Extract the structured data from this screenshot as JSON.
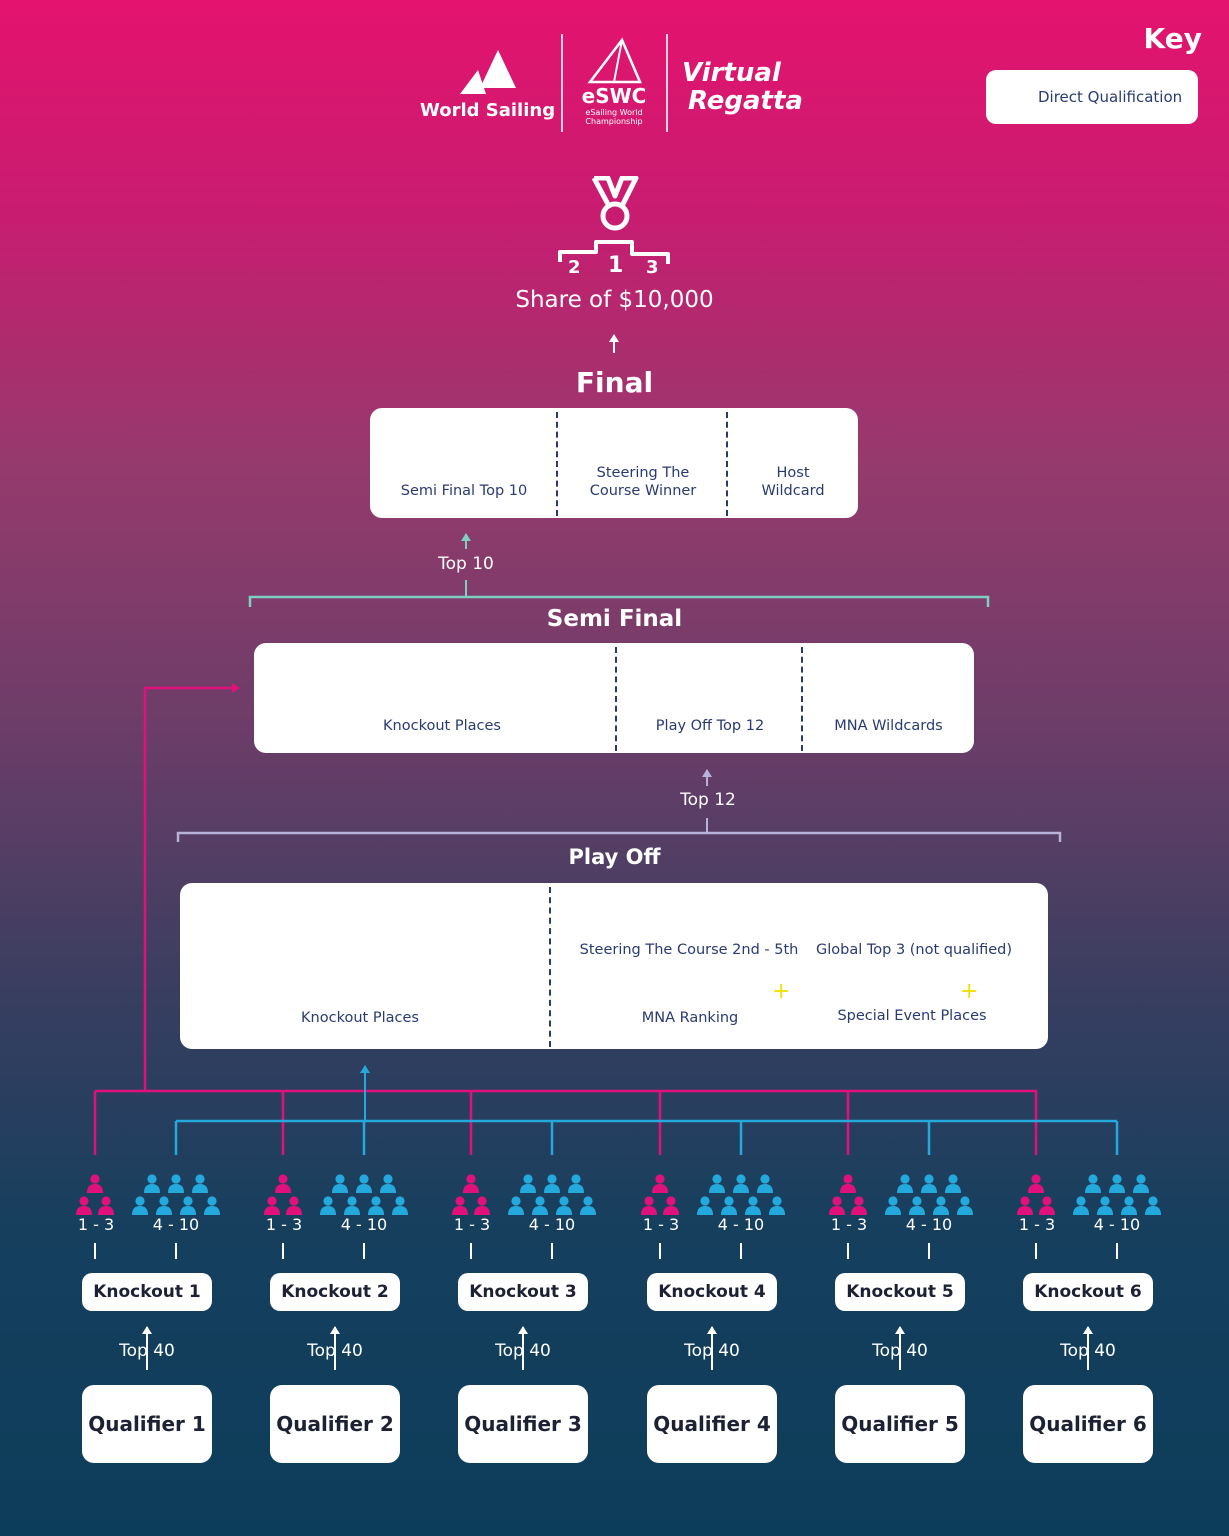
{
  "colors": {
    "magenta": "#e0117a",
    "blue": "#24a9dc",
    "teal": "#7fcfc0",
    "lavender": "#b6b2d9",
    "yellow": "#f2e000",
    "navy_text": "#2a3a72"
  },
  "header": {
    "brand1": "World Sailing",
    "brand2_title": "eSWC",
    "brand2_sub1": "eSailing World",
    "brand2_sub2": "Championship",
    "brand3_line1": "Virtual",
    "brand3_line2": "Regatta",
    "medal_icon": "medal-icon",
    "podium_icon": "podium-icon"
  },
  "key": {
    "title": "Key",
    "item": "Direct Qualification",
    "icon": "person-icon"
  },
  "prize": {
    "p2": "2",
    "p1": "1",
    "p3": "3",
    "text": "Share of $10,000"
  },
  "final": {
    "title": "Final",
    "cells": [
      "Semi Final Top 10",
      "Steering The\nCourse Winner",
      "Host\nWildcard"
    ],
    "arrow_label": "Top 10"
  },
  "semi": {
    "title": "Semi Final",
    "cells": [
      "Knockout Places",
      "Play Off Top 12",
      "MNA Wildcards"
    ],
    "arrow_label": "Top 12"
  },
  "playoff": {
    "title": "Play Off",
    "knockout": "Knockout Places",
    "stc": "Steering The Course 2nd - 5th",
    "global": "Global Top 3 (not qualified)",
    "mna": "MNA Ranking",
    "special": "Special Event Places",
    "plus": "+"
  },
  "rounds": [
    {
      "top": "1 - 3",
      "rest": "4 - 10",
      "knockout": "Knockout 1",
      "top40": "Top 40",
      "qualifier": "Qualifier 1"
    },
    {
      "top": "1 - 3",
      "rest": "4 - 10",
      "knockout": "Knockout 2",
      "top40": "Top 40",
      "qualifier": "Qualifier 2"
    },
    {
      "top": "1 - 3",
      "rest": "4 - 10",
      "knockout": "Knockout 3",
      "top40": "Top 40",
      "qualifier": "Qualifier 3"
    },
    {
      "top": "1 - 3",
      "rest": "4 - 10",
      "knockout": "Knockout 4",
      "top40": "Top 40",
      "qualifier": "Qualifier 4"
    },
    {
      "top": "1 - 3",
      "rest": "4 - 10",
      "knockout": "Knockout 5",
      "top40": "Top 40",
      "qualifier": "Qualifier 5"
    },
    {
      "top": "1 - 3",
      "rest": "4 - 10",
      "knockout": "Knockout 6",
      "top40": "Top 40",
      "qualifier": "Qualifier 6"
    }
  ]
}
